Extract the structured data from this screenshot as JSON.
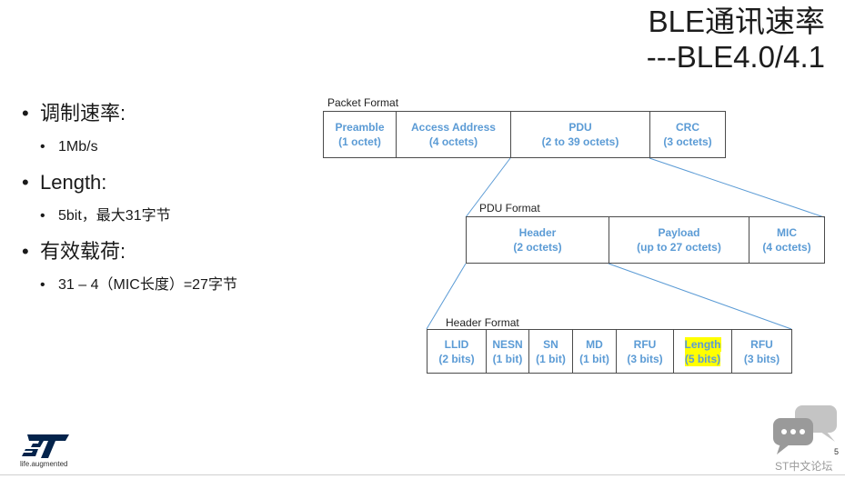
{
  "title": {
    "line1": "BLE通讯速率",
    "line2": "---BLE4.0/4.1"
  },
  "bullets": [
    {
      "text": "调制速率:",
      "sub": "1Mb/s"
    },
    {
      "text": "Length:",
      "sub": "5bit，最大31字节"
    },
    {
      "text": "有效载荷:",
      "sub": "31 – 4（MIC长度）=27字节"
    }
  ],
  "bullet_glyph": "•",
  "packet_format": {
    "caption": "Packet Format",
    "fields": [
      {
        "name": "Preamble",
        "size": "(1 octet)"
      },
      {
        "name": "Access Address",
        "size": "(4 octets)"
      },
      {
        "name": "PDU",
        "size": "(2 to 39 octets)"
      },
      {
        "name": "CRC",
        "size": "(3 octets)"
      }
    ]
  },
  "pdu_format": {
    "caption": "PDU Format",
    "fields": [
      {
        "name": "Header",
        "size": "(2 octets)"
      },
      {
        "name": "Payload",
        "size": "(up to 27 octets)"
      },
      {
        "name": "MIC",
        "size": "(4 octets)"
      }
    ]
  },
  "header_format": {
    "caption": "Header Format",
    "fields": [
      {
        "name": "LLID",
        "size": "(2 bits)"
      },
      {
        "name": "NESN",
        "size": "(1 bit)"
      },
      {
        "name": "SN",
        "size": "(1 bit)"
      },
      {
        "name": "MD",
        "size": "(1 bit)"
      },
      {
        "name": "RFU",
        "size": "(3 bits)"
      },
      {
        "name": "Length",
        "size": "(5 bits)",
        "highlight": true
      },
      {
        "name": "RFU",
        "size": "(3 bits)"
      }
    ]
  },
  "colors": {
    "field_text": "#5b9bd5",
    "connector": "#5b9bd5",
    "highlight": "#ffff00",
    "logo": "#03234b"
  },
  "logo": {
    "brand": "ST",
    "tagline": "life.augmented"
  },
  "page_number": "5",
  "watermark": {
    "icon": "chat-bubbles-icon",
    "text": "ST中文论坛"
  }
}
